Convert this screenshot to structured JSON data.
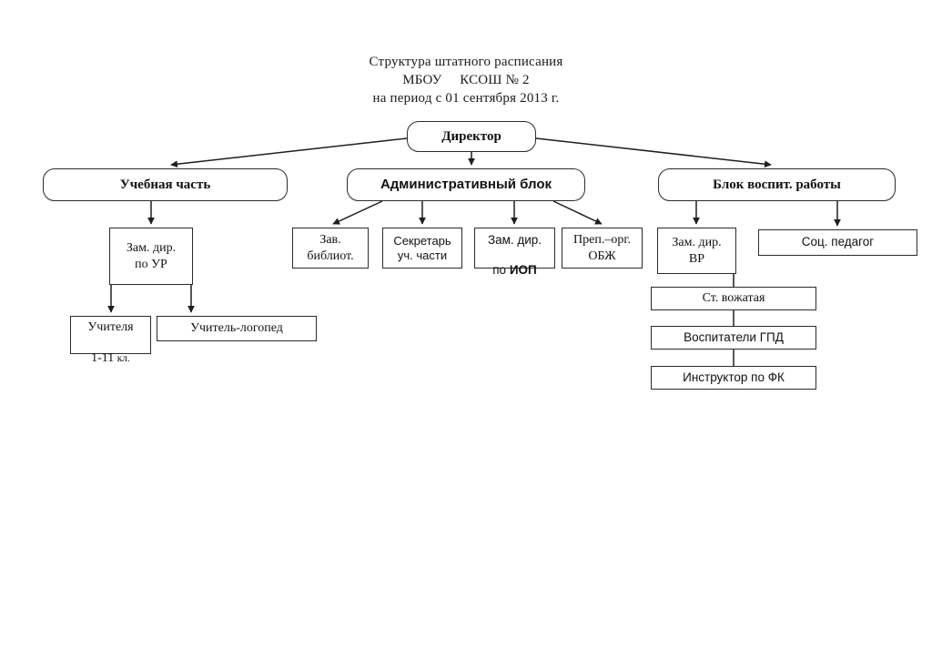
{
  "document": {
    "title_lines": [
      "Структура штатного расписания",
      "МБОУ     КСОШ № 2",
      "на период с 01 сентября 2013 г."
    ]
  },
  "colors": {
    "background": "#ffffff",
    "border": "#2b2b2b",
    "text": "#111111",
    "connector": "#1f1f1f"
  },
  "chart_data": {
    "type": "diagram",
    "title": "Структура штатного расписания МБОУ КСОШ № 2 на период с 01 сентября 2013 г.",
    "nodes": [
      {
        "id": "director",
        "label": "Директор",
        "level": 0,
        "shape": "rounded",
        "font": "serif",
        "bold": true
      },
      {
        "id": "uchchast",
        "label": "Учебная часть",
        "level": 1,
        "shape": "rounded",
        "font": "serif",
        "bold": true
      },
      {
        "id": "adminblok",
        "label": "Административный блок",
        "level": 1,
        "shape": "rounded",
        "font": "sans",
        "bold": true
      },
      {
        "id": "vospitrab",
        "label": "Блок воспит. работы",
        "level": 1,
        "shape": "rounded",
        "font": "serif",
        "bold": true
      },
      {
        "id": "zamdir_ur",
        "label": "Зам. дир.\nпо УР",
        "level": 2,
        "shape": "rect",
        "font": "serif",
        "bold": false
      },
      {
        "id": "zavbibl",
        "label": "Зав.\nбиблиот.",
        "level": 2,
        "shape": "rect",
        "font": "serif",
        "bold": false
      },
      {
        "id": "sekretar",
        "label": "Секретарь\nуч. части",
        "level": 2,
        "shape": "rect",
        "font": "sans",
        "bold": false
      },
      {
        "id": "zamdir_iop",
        "label": "Зам. дир.\nпо ИОП",
        "level": 2,
        "shape": "rect",
        "font": "sans",
        "bold": false
      },
      {
        "id": "prepobzh",
        "label": "Преп.–орг.\nОБЖ",
        "level": 2,
        "shape": "rect",
        "font": "serif",
        "bold": false
      },
      {
        "id": "zamdir_vr",
        "label": "Зам. дир.\nВР",
        "level": 2,
        "shape": "rect",
        "font": "serif",
        "bold": false
      },
      {
        "id": "socpedagog",
        "label": "Соц. педагог",
        "level": 2,
        "shape": "rect",
        "font": "sans",
        "bold": false
      },
      {
        "id": "uchitelya",
        "label": "Учителя\n1-11 кл.",
        "level": 3,
        "shape": "rect",
        "font": "serif",
        "bold": false
      },
      {
        "id": "logoped",
        "label": "Учитель-логопед",
        "level": 3,
        "shape": "rect",
        "font": "serif",
        "bold": false
      },
      {
        "id": "stvozhataya",
        "label": "Ст. вожатая",
        "level": 3,
        "shape": "rect",
        "font": "serif",
        "bold": false
      },
      {
        "id": "vospitgpd",
        "label": "Воспитатели ГПД",
        "level": 4,
        "shape": "rect",
        "font": "sans",
        "bold": false
      },
      {
        "id": "instrfk",
        "label": "Инструктор по ФК",
        "level": 5,
        "shape": "rect",
        "font": "sans",
        "bold": false
      }
    ],
    "edges": [
      {
        "from": "director",
        "to": "uchchast",
        "style": "diagonal-arrow"
      },
      {
        "from": "director",
        "to": "adminblok",
        "style": "vertical-arrow"
      },
      {
        "from": "director",
        "to": "vospitrab",
        "style": "diagonal-arrow"
      },
      {
        "from": "uchchast",
        "to": "zamdir_ur",
        "style": "vertical-arrow"
      },
      {
        "from": "adminblok",
        "to": "zavbibl",
        "style": "diagonal-arrow"
      },
      {
        "from": "adminblok",
        "to": "sekretar",
        "style": "vertical-arrow"
      },
      {
        "from": "adminblok",
        "to": "zamdir_iop",
        "style": "vertical-arrow"
      },
      {
        "from": "adminblok",
        "to": "prepobzh",
        "style": "diagonal-arrow"
      },
      {
        "from": "vospitrab",
        "to": "zamdir_vr",
        "style": "vertical-arrow"
      },
      {
        "from": "vospitrab",
        "to": "socpedagog",
        "style": "vertical-arrow"
      },
      {
        "from": "zamdir_ur",
        "to": "uchitelya",
        "style": "vertical-arrow"
      },
      {
        "from": "zamdir_ur",
        "to": "logoped",
        "style": "vertical-arrow"
      },
      {
        "from": "zamdir_vr",
        "to": "stvozhataya",
        "style": "plain-line"
      },
      {
        "from": "stvozhataya",
        "to": "vospitgpd",
        "style": "plain-line"
      },
      {
        "from": "vospitgpd",
        "to": "instrfk",
        "style": "plain-line"
      }
    ]
  },
  "nodes": {
    "director": {
      "label": "Директор"
    },
    "uchchast": {
      "label": "Учебная часть"
    },
    "adminblok": {
      "label": "Административный блок"
    },
    "vospitrab": {
      "label": "Блок воспит. работы"
    },
    "zamdir_ur": {
      "label": "Зам. дир.\nпо УР"
    },
    "zavbibl": {
      "label": "Зав.\nбиблиот."
    },
    "sekretar": {
      "label": "Секретарь\nуч. части"
    },
    "zamdir_iop_line1": {
      "label": "Зам. дир."
    },
    "zamdir_iop_line2_prefix": {
      "label": "по "
    },
    "zamdir_iop_line2_bold": {
      "label": "ИОП"
    },
    "prepobzh": {
      "label": "Преп.–орг.\nОБЖ"
    },
    "zamdir_vr": {
      "label": "Зам. дир.\nВР"
    },
    "socpedagog": {
      "label": "Соц. педагог"
    },
    "uchitelya_line1": {
      "label": "Учителя"
    },
    "uchitelya_line2_num": {
      "label": "1-11 "
    },
    "uchitelya_line2_kl": {
      "label": "кл."
    },
    "logoped": {
      "label": "Учитель-логопед"
    },
    "stvozhataya": {
      "label": "Ст. вожатая"
    },
    "vospitgpd": {
      "label": "Воспитатели ГПД"
    },
    "instrfk": {
      "label": "Инструктор по ФК"
    }
  }
}
